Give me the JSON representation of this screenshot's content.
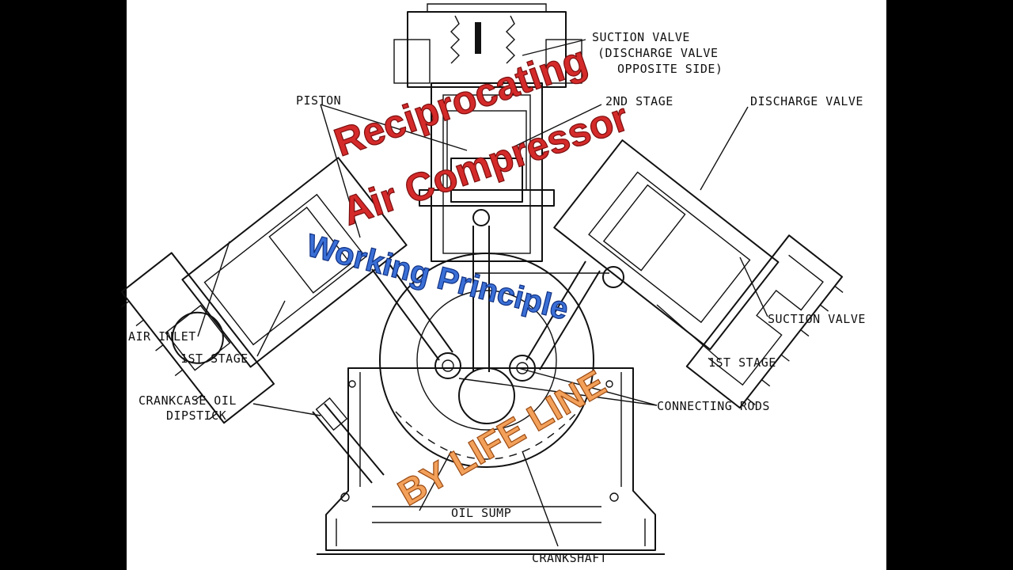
{
  "title": {
    "line1": "Reciprocating",
    "line2": "Air Compressor",
    "subtitle": "Working Principle",
    "credit": "BY LIFE LINE"
  },
  "labels": {
    "suction_valve_top": "SUCTION VALVE",
    "discharge_valve_note_1": "(DISCHARGE VALVE",
    "discharge_valve_note_2": "OPPOSITE SIDE)",
    "piston": "PISTON",
    "second_stage": "2ND STAGE",
    "discharge_valve": "DISCHARGE VALVE",
    "air_inlet": "AIR INLET",
    "first_stage_left": "1ST STAGE",
    "suction_valve_right": "SUCTION VALVE",
    "first_stage_right": "1ST STAGE",
    "crankcase_oil_1": "CRANKCASE OIL",
    "crankcase_oil_2": "DIPSTICK",
    "connecting_rods": "CONNECTING RODS",
    "oil_sump": "OIL SUMP",
    "crankshaft": "CRANKSHAFT"
  },
  "colors": {
    "title": "#d42a2a",
    "subtitle": "#3a6fd6",
    "credit": "#f3a05a",
    "letterbox": "#000000",
    "drawing_background": "#ffffff"
  }
}
